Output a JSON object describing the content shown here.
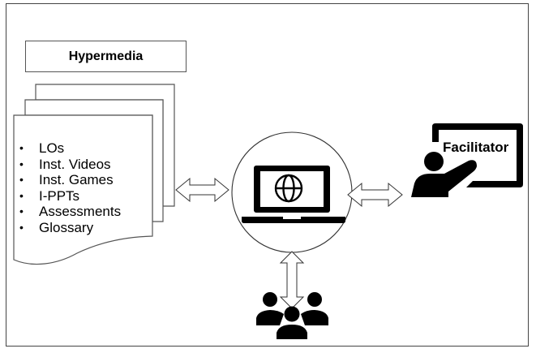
{
  "diagram": {
    "hypermedia": {
      "title": "Hypermedia",
      "items": [
        "LOs",
        "Inst. Videos",
        "Inst. Games",
        "I-PPTs",
        "Assessments",
        "Glossary"
      ],
      "bullet": "•"
    },
    "center_node": {
      "icon": "laptop-globe-icon"
    },
    "facilitator": {
      "label": "Facilitator",
      "icon": "teacher-board-icon"
    },
    "learners": {
      "icon": "group-users-icon"
    },
    "connections": [
      {
        "from": "hypermedia",
        "to": "center_node",
        "type": "bidirectional"
      },
      {
        "from": "center_node",
        "to": "facilitator",
        "type": "bidirectional"
      },
      {
        "from": "center_node",
        "to": "learners",
        "type": "bidirectional"
      }
    ],
    "colors": {
      "stroke": "#444444",
      "icon": "#000000",
      "background": "#ffffff"
    }
  }
}
